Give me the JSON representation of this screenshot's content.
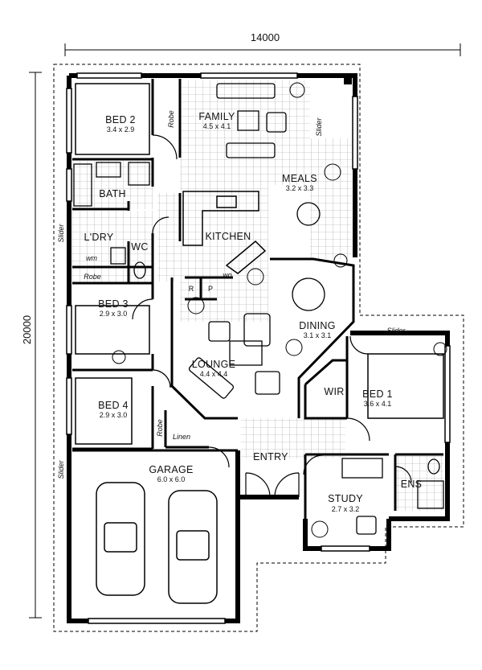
{
  "plan": {
    "overall_width": "14000",
    "overall_depth": "20000",
    "rooms": {
      "bed2": {
        "name": "BED 2",
        "dims": "3.4 x 2.9"
      },
      "family": {
        "name": "FAMILY",
        "dims": "4.5 x 4.1"
      },
      "bath": {
        "name": "BATH"
      },
      "meals": {
        "name": "MEALS",
        "dims": "3.2 x 3.3"
      },
      "laundry": {
        "name": "L'DRY"
      },
      "wc": {
        "name": "WC"
      },
      "kitchen": {
        "name": "KITCHEN"
      },
      "bed3": {
        "name": "BED 3",
        "dims": "2.9 x 3.0"
      },
      "dining": {
        "name": "DINING",
        "dims": "3.1 x 3.1"
      },
      "lounge": {
        "name": "LOUNGE",
        "dims": "4.4 x 4.4"
      },
      "wir": {
        "name": "WIR"
      },
      "bed1": {
        "name": "BED 1",
        "dims": "3.6 x 4.1"
      },
      "bed4": {
        "name": "BED 4",
        "dims": "2.9 x 3.0"
      },
      "garage": {
        "name": "GARAGE",
        "dims": "6.0 x 6.0"
      },
      "entry": {
        "name": "ENTRY"
      },
      "ens": {
        "name": "ENS"
      },
      "study": {
        "name": "STUDY",
        "dims": "2.7 x 3.2"
      }
    },
    "fixtures": {
      "robe": "Robe",
      "slider": "Slider",
      "wm": "wm",
      "wo": "wo",
      "r": "R",
      "p": "P",
      "linen": "Linen"
    }
  }
}
